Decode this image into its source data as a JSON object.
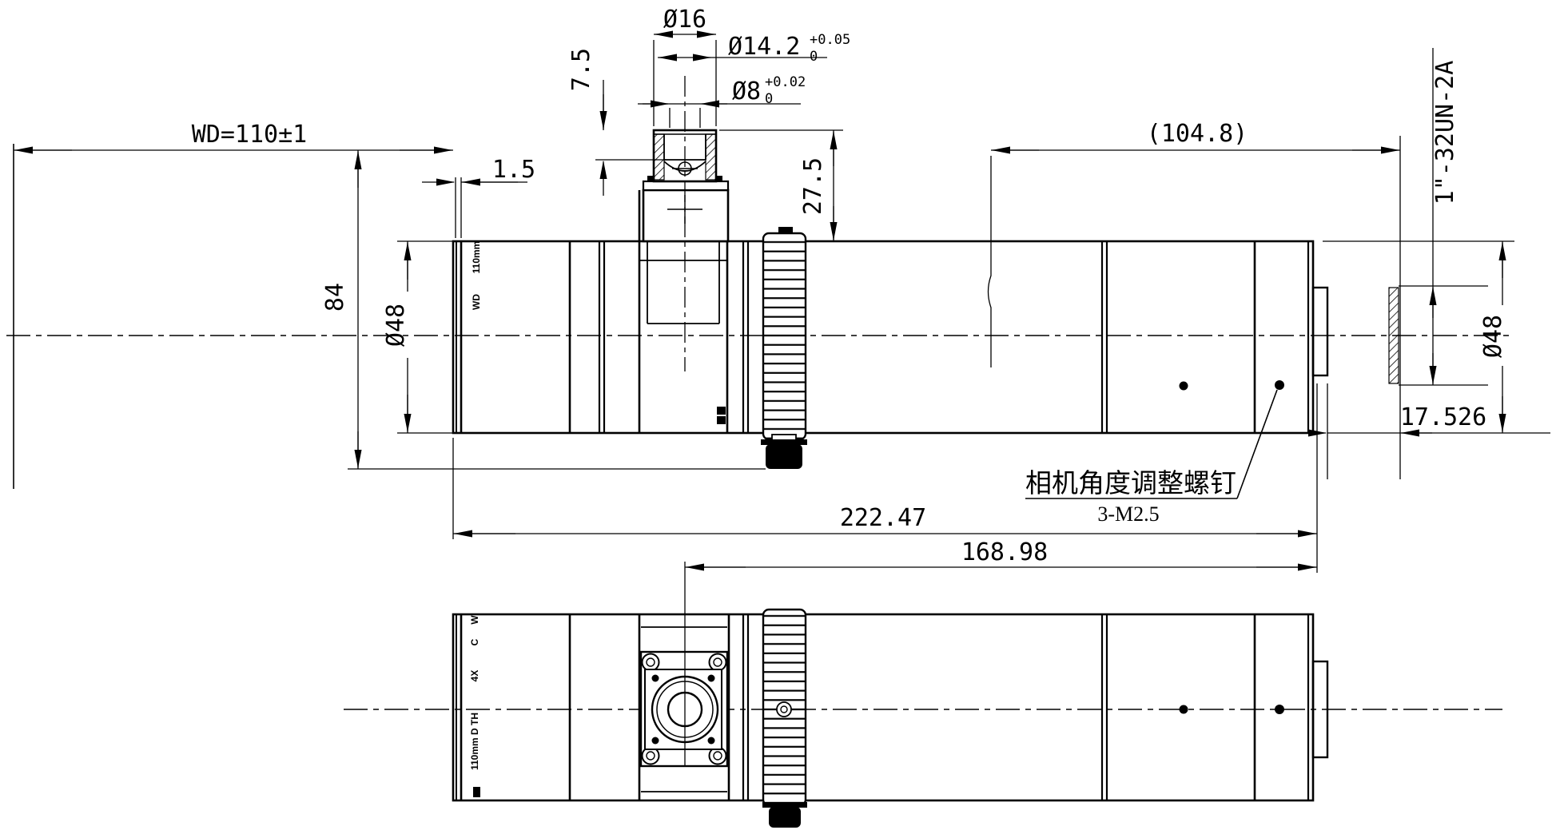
{
  "drawing": {
    "title_hint": "telecentric-lens-outline-drawing",
    "colors": {
      "background": "#ffffff",
      "line": "#000000"
    },
    "dims": {
      "wd": "WD=110±1",
      "dia16": "Ø16",
      "dia14_2": "Ø14.2",
      "dia14_2_tol_up": "+0.05",
      "dia14_2_tol_dn": "0",
      "dia8": "Ø8",
      "dia8_tol_up": "+0.02",
      "dia8_tol_dn": "0",
      "h7_5": "7.5",
      "w1_5": "1.5",
      "h27_5": "27.5",
      "h84": "84",
      "dia48_front": "Ø48",
      "len104_8": "(104.8)",
      "thread": "1\"-32UN-2A",
      "dia48_rear": "Ø48",
      "len222": "222.47",
      "len168": "168.98",
      "len17": "17.526"
    },
    "note": {
      "label": "相机角度调整螺钉",
      "spec": "3-M2.5"
    },
    "markings": {
      "side_1": "110mm",
      "side_2": "WD",
      "bottom_1": "W",
      "bottom_2": "C",
      "bottom_3": "4X",
      "bottom_4": "110mm D TH"
    }
  }
}
